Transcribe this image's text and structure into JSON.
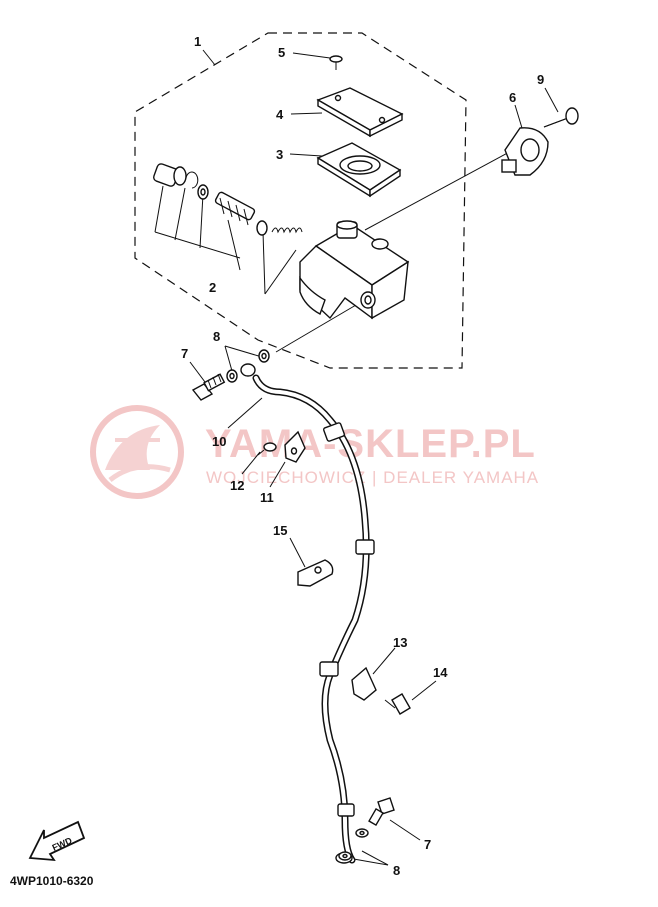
{
  "diagram": {
    "part_code": "4WP1010-6320",
    "fwd_label": "FWD",
    "watermark": {
      "brand": "YAMA-SKLEP.PL",
      "tagline": "WOJCIECHOWICZ | DEALER YAMAHA"
    },
    "callouts": [
      {
        "id": "1",
        "label": "1"
      },
      {
        "id": "2",
        "label": "2"
      },
      {
        "id": "3",
        "label": "3"
      },
      {
        "id": "4",
        "label": "4"
      },
      {
        "id": "5",
        "label": "5"
      },
      {
        "id": "6",
        "label": "6"
      },
      {
        "id": "7a",
        "label": "7"
      },
      {
        "id": "7b",
        "label": "7"
      },
      {
        "id": "8a",
        "label": "8"
      },
      {
        "id": "8b",
        "label": "8"
      },
      {
        "id": "9",
        "label": "9"
      },
      {
        "id": "10",
        "label": "10"
      },
      {
        "id": "11",
        "label": "11"
      },
      {
        "id": "12",
        "label": "12"
      },
      {
        "id": "13",
        "label": "13"
      },
      {
        "id": "14",
        "label": "14"
      },
      {
        "id": "15",
        "label": "15"
      }
    ]
  }
}
